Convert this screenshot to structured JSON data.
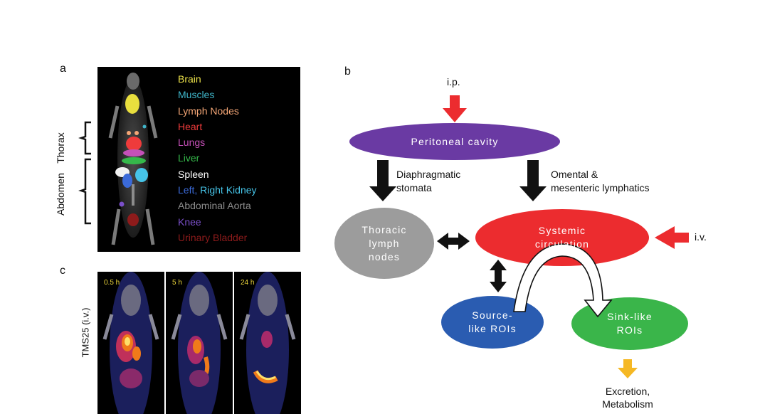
{
  "panels": {
    "a": "a",
    "b": "b",
    "c": "c"
  },
  "panel_a": {
    "region_labels": {
      "thorax": "Thorax",
      "abdomen": "Abdomen"
    },
    "organs": [
      {
        "label": "Brain",
        "color": "#ede34a"
      },
      {
        "label": "Muscles",
        "color": "#3fb5c9"
      },
      {
        "label": "Lymph Nodes",
        "color": "#f4a676"
      },
      {
        "label": "Heart",
        "color": "#ee3b3b"
      },
      {
        "label": "Lungs",
        "color": "#c550b8"
      },
      {
        "label": "Liver",
        "color": "#35b84a"
      },
      {
        "label": "Spleen",
        "color": "#ffffff"
      },
      {
        "label_part1": "Left,",
        "color_part1": "#3b6ad8",
        "label_part2": "Right Kidney",
        "color_part2": "#46c4e8"
      },
      {
        "label": "Abdominal Aorta",
        "color": "#8c8c8c"
      },
      {
        "label": "Knee",
        "color": "#7a4fc9"
      },
      {
        "label": "Urinary Bladder",
        "color": "#8e1b1b"
      }
    ]
  },
  "panel_b": {
    "inputs": {
      "ip": "i.p.",
      "iv": "i.v."
    },
    "nodes": {
      "peritoneal": {
        "label": "Peritoneal cavity",
        "color": "#6a3aa3"
      },
      "thoracic": {
        "line1": "Thoracic",
        "line2": "lymph",
        "line3": "nodes",
        "color": "#9c9c9c"
      },
      "systemic": {
        "line1": "Systemic",
        "line2": "circulation",
        "color": "#ec2c2f"
      },
      "source": {
        "line1": "Source-",
        "line2": "like ROIs",
        "color": "#2a5cb1"
      },
      "sink": {
        "line1": "Sink-like",
        "line2": "ROIs",
        "color": "#3ab54a"
      }
    },
    "edge_labels": {
      "diaphragmatic_1": "Diaphragmatic",
      "diaphragmatic_2": "stomata",
      "omental_1": "Omental &",
      "omental_2": "mesenteric lymphatics"
    },
    "output": {
      "line1": "Excretion,",
      "line2": "Metabolism",
      "arrow_color": "#f5b824"
    },
    "input_arrow_color": "#ec2c2f"
  },
  "panel_c": {
    "label": "TMS25 (i.v.)",
    "frames": [
      "0.5 h",
      "5 h",
      "24 h"
    ]
  }
}
